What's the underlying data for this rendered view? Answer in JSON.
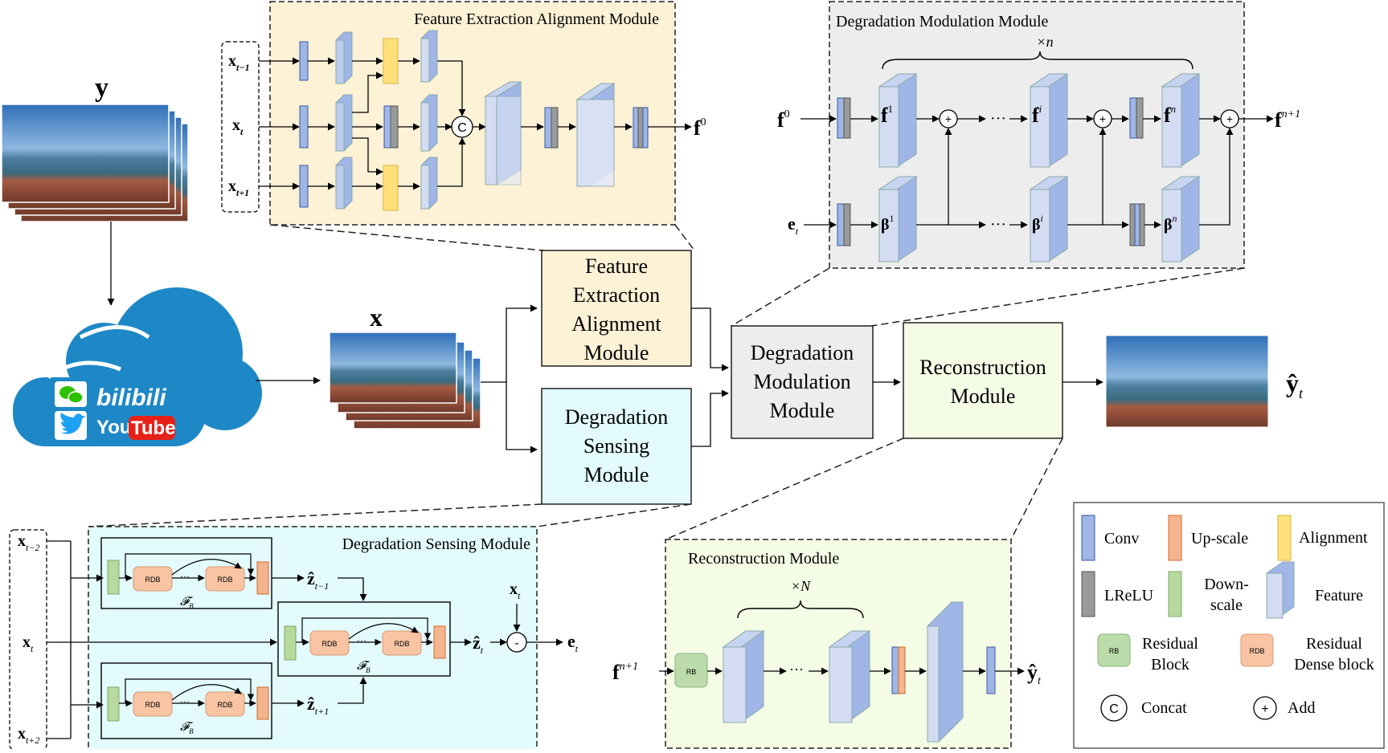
{
  "modules": {
    "fea_title": "Feature Extraction Alignment Module",
    "dmm_title": "Degradation Modulation Module",
    "dsm_title": "Degradation Sensing Module",
    "rm_title": "Reconstruction Module",
    "fea_block": [
      "Feature",
      "Extraction",
      "Alignment",
      "Module"
    ],
    "dsm_block": [
      "Degradation",
      "Sensing",
      "Module"
    ],
    "dmm_block": [
      "Degradation",
      "Modulation",
      "Module"
    ],
    "rm_block": [
      "Reconstruction",
      "Module"
    ]
  },
  "symbols": {
    "y": "y",
    "x": "x",
    "yhat": "ŷ",
    "t": "t",
    "xt_minus1": "x",
    "xt_minus1_sub": "t−1",
    "xt": "x",
    "xt_sub": "t",
    "xt_plus1": "x",
    "xt_plus1_sub": "t+1",
    "xt_minus2_sub": "t−2",
    "xt_plus2_sub": "t+2",
    "f0": "f",
    "f0_sup": "0",
    "f1_sup": "1",
    "fi_sup": "i",
    "fn_sup": "n",
    "fn1_sup": "n+1",
    "beta": "β",
    "beta1_sup": "1",
    "betai_sup": "i",
    "betan_sup": "n",
    "e": "e",
    "z": "ẑ",
    "times_n": "×n",
    "times_N": "×N",
    "concat": "C",
    "plus": "+",
    "minus": "-",
    "dots": "···",
    "rdb": "RDB",
    "rb": "RB",
    "F": "𝓕",
    "FB": "B"
  },
  "apps": {
    "bili": "bilibili",
    "youtube_you": "You",
    "youtube_tube": "Tube"
  },
  "legend": {
    "conv": "Conv",
    "upscale": "Up-scale",
    "alignment": "Alignment",
    "lrelu": "LReLU",
    "downscale": [
      "Down-",
      "scale"
    ],
    "feature": "Feature",
    "rb_label": [
      "Residual",
      "Block"
    ],
    "rdb_label": [
      "Residual",
      "Dense block"
    ],
    "concat": "Concat",
    "add": "Add"
  },
  "colors": {
    "conv": "#9fb6e6",
    "upscale": "#f4b48e",
    "alignment": "#ffe07a",
    "lrelu": "#9a9a9a",
    "downscale": "#b8d99c",
    "feature": "#d3dcf2",
    "rdb_fill": "#f8c4a4",
    "rb_fill": "#bcdcab",
    "fea_bg": "#fdf1d6",
    "dmm_bg": "#ededed",
    "dsm_bg": "#e3fbfd",
    "rm_bg": "#f4fce6",
    "cloud": "#1e88c7"
  }
}
